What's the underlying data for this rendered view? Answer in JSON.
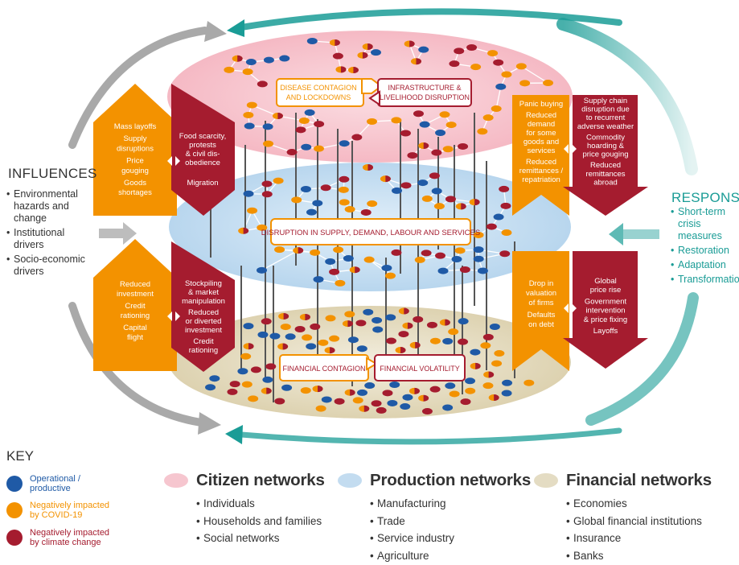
{
  "influences": {
    "title": "INFLUENCES",
    "items": [
      "Environmental hazards and change",
      "Institutional drivers",
      "Socio-economic drivers"
    ]
  },
  "responses": {
    "title": "RESPONSES",
    "items": [
      "Short-term crisis measures",
      "Restoration",
      "Adaptation",
      "Transformation"
    ]
  },
  "citizen_layer": {
    "box_left": [
      "DISEASE CONTAGION",
      "AND LOCKDOWNS"
    ],
    "box_right": [
      "INFRASTRUCTURE &",
      "LIVELIHOOD DISRUPTION"
    ]
  },
  "production_layer": {
    "box": "DISRUPTION IN SUPPLY, DEMAND, LABOUR AND SERVICES"
  },
  "financial_layer": {
    "box_left": "FINANCIAL CONTAGION",
    "box_right": "FINANCIAL VOLATILITY"
  },
  "arrows": {
    "top_left_orange": [
      "Mass layoffs",
      "Supply",
      "disruptions",
      "Price",
      "gouging",
      "Goods",
      "shortages"
    ],
    "top_left_red": [
      "Food scarcity,",
      "protests",
      "& civil dis-",
      "obedience",
      "",
      "Migration"
    ],
    "bottom_left_orange": [
      "Reduced",
      "investment",
      "Credit",
      "rationing",
      "Capital",
      "flight"
    ],
    "bottom_left_red": [
      "Stockpiling",
      "& market",
      "manipulation",
      "Reduced",
      "or diverted",
      "investment",
      "Credit",
      "rationing"
    ],
    "top_right_orange": [
      "Panic buying",
      "Reduced",
      "demand",
      "for some",
      "goods and",
      "services",
      "Reduced",
      "remittances /",
      "repatriation"
    ],
    "top_right_red": [
      "Supply chain",
      "disruption due",
      "to recurrent",
      "adverse weather",
      "Commodity",
      "hoarding &",
      "price gouging",
      "Reduced",
      "remittances",
      "abroad"
    ],
    "bottom_right_orange": [
      "Drop in",
      "valuation",
      "of firms",
      "Defaults",
      "on debt"
    ],
    "bottom_right_red": [
      "Global",
      "price rise",
      "Government",
      "intervention",
      "& price fixing",
      "Layoffs"
    ]
  },
  "key": {
    "title": "KEY",
    "items": [
      {
        "label": "Operational / productive",
        "color": "#1f5aa6"
      },
      {
        "label": "Negatively impacted by COVID-19",
        "color": "#f39200"
      },
      {
        "label": "Negatively impacted by climate change",
        "color": "#a51c2f"
      }
    ]
  },
  "networks": [
    {
      "title": "Citizen networks",
      "color": "#f6c6cf",
      "items": [
        "Individuals",
        "Households and families",
        "Social networks"
      ]
    },
    {
      "title": "Production networks",
      "color": "#c3dcf0",
      "items": [
        "Manufacturing",
        "Trade",
        "Service industry",
        "Agriculture"
      ]
    },
    {
      "title": "Financial networks",
      "color": "#e4dcc3",
      "items": [
        "Economies",
        "Global financial institutions",
        "Insurance",
        "Banks"
      ]
    }
  ],
  "colors": {
    "blue": "#1f5aa6",
    "orange": "#f39200",
    "red": "#a51c2f",
    "teal": "#1a9c96",
    "grey": "#9a9a9a"
  }
}
